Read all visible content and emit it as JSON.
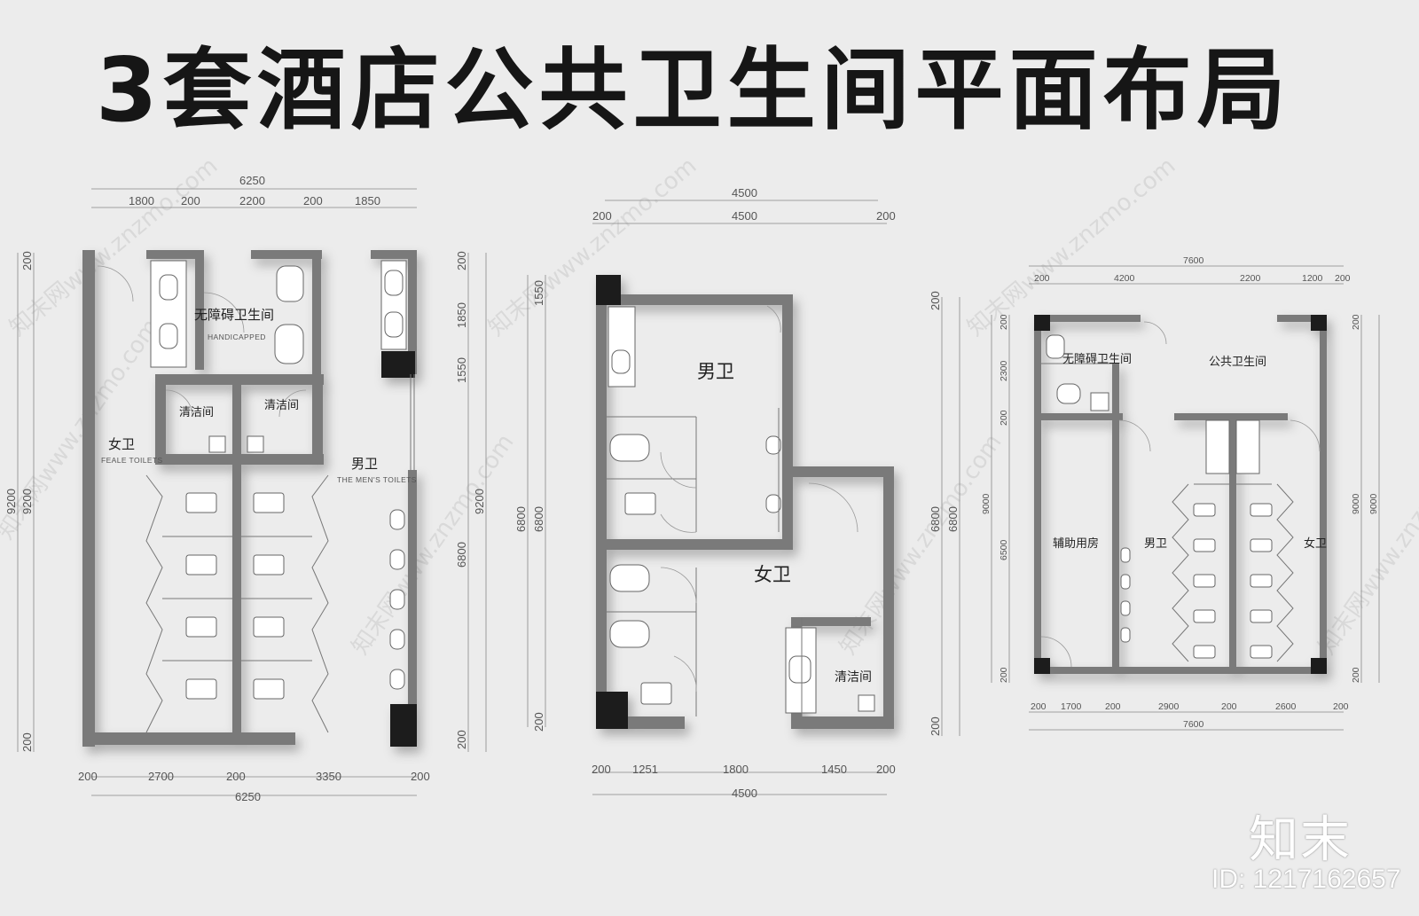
{
  "title": "3套酒店公共卫生间平面布局",
  "brand": {
    "logo": "知末",
    "id": "ID: 1217162657",
    "watermark": "知末网www.znzmo.com"
  },
  "plan1": {
    "rooms": {
      "handicapped": "无障碍卫生间",
      "handicapped_en": "HANDICAPPED",
      "cleaning_left": "清洁间",
      "cleaning_right": "清洁间",
      "female": "女卫",
      "female_en": "FEALE TOILETS",
      "male": "男卫",
      "male_en": "THE MEN'S TOILETS"
    },
    "dims_top_total": "6250",
    "dims_top": [
      "1800",
      "200",
      "2200",
      "200",
      "1850"
    ],
    "dims_bottom": [
      "200",
      "2700",
      "200",
      "3350",
      "200"
    ],
    "dims_bottom_total": "6250",
    "dims_left": [
      "200",
      "9200",
      "200"
    ],
    "dims_left_total": "9200",
    "dims_right": [
      "200",
      "1850",
      "1550",
      "6800",
      "200"
    ],
    "dims_right_total": "9200"
  },
  "plan2": {
    "rooms": {
      "male": "男卫",
      "female": "女卫",
      "cleaning": "清洁间"
    },
    "dims_top_total": "4500",
    "dims_top": [
      "200",
      "4500",
      "200"
    ],
    "dims_bottom": [
      "200",
      "1251",
      "1800",
      "1450",
      "200"
    ],
    "dims_bottom_total": "4500",
    "dims_left": [
      "1550",
      "6800",
      "200"
    ],
    "dims_left_total": "6800",
    "dims_right": [
      "200",
      "6800",
      "200"
    ],
    "dims_right_total": "6800"
  },
  "plan3": {
    "rooms": {
      "handicapped": "无障碍卫生间",
      "public": "公共卫生间",
      "auxiliary": "辅助用房",
      "male": "男卫",
      "female": "女卫"
    },
    "dims_top_total": "7600",
    "dims_top": [
      "200",
      "4200",
      "2200",
      "1200",
      "200"
    ],
    "dims_bottom": [
      "200",
      "1700",
      "200",
      "2900",
      "200",
      "2600",
      "200"
    ],
    "dims_bottom_total": "7600",
    "dims_left": [
      "200",
      "2300",
      "200",
      "6500",
      "200"
    ],
    "dims_left_total": "9000",
    "dims_right": [
      "200",
      "9000",
      "200"
    ],
    "dims_right_total": "9000"
  }
}
